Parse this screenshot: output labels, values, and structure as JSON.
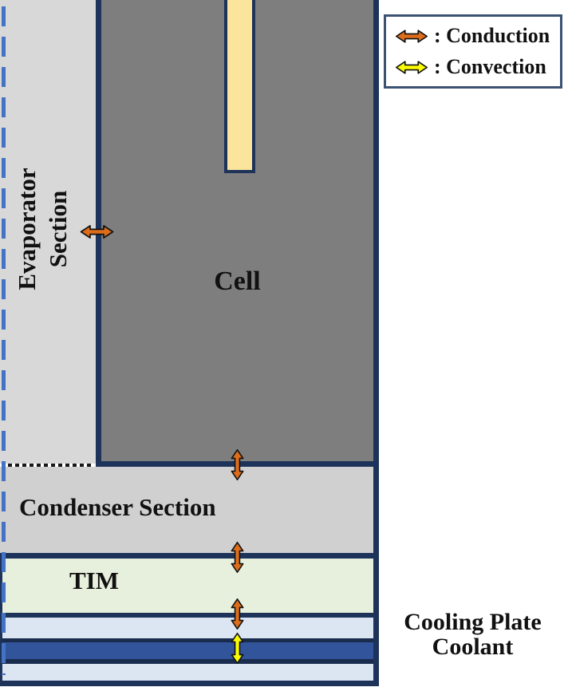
{
  "diagram": {
    "evaporator": {
      "line1": "Evaporator",
      "line2": "Section"
    },
    "cell": {
      "label": "Cell"
    },
    "condenser": {
      "label": "Condenser Section"
    },
    "tim": {
      "label": "TIM"
    },
    "cooling": {
      "plate_label": "Cooling Plate",
      "coolant_label": "Coolant"
    }
  },
  "legend": {
    "conduction_label": ": Conduction",
    "convection_label": ": Convection"
  },
  "arrows": {
    "conduction": [
      {
        "orientation": "horizontal",
        "between": "Evaporator Section / Cell"
      },
      {
        "orientation": "vertical",
        "between": "Cell / Condenser Section"
      },
      {
        "orientation": "vertical",
        "between": "Condenser Section / TIM"
      },
      {
        "orientation": "vertical",
        "between": "TIM / Cooling Plate"
      }
    ],
    "convection": [
      {
        "orientation": "vertical",
        "between": "Cooling Plate / Coolant"
      }
    ]
  },
  "colors": {
    "conduction_arrow": "#DD6D1A",
    "convection_arrow": "#FCFC00",
    "cell_fill": "#7E7E7E",
    "evaporator_fill": "#D8D8D8",
    "condenser_fill": "#D0D0D0",
    "tim_fill": "#E7F0DD",
    "cooling_plate_fill": "#DBE6F2",
    "coolant_fill": "#31549B",
    "terminal_fill": "#FBE49C",
    "border_navy": "#1E335A",
    "left_dashed_line": "#4472C4",
    "legend_border": "#3B5272"
  }
}
